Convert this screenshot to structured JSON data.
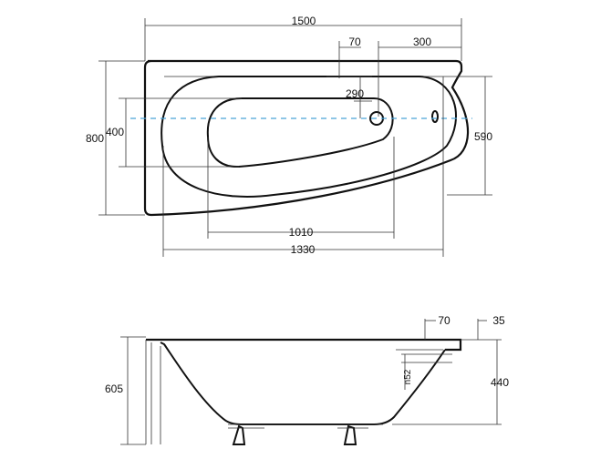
{
  "top_view": {
    "dim_total_length": "1500",
    "dim_offset_70": "70",
    "dim_offset_300": "300",
    "dim_290": "290",
    "dim_width_800": "800",
    "dim_inner_400": "400",
    "dim_590": "590",
    "dim_1010": "1010",
    "dim_1330": "1330"
  },
  "side_view": {
    "dim_rim_70": "70",
    "dim_rim_35": "35",
    "dim_height_605": "605",
    "dim_depth_440": "440",
    "dim_drain": "n52"
  }
}
